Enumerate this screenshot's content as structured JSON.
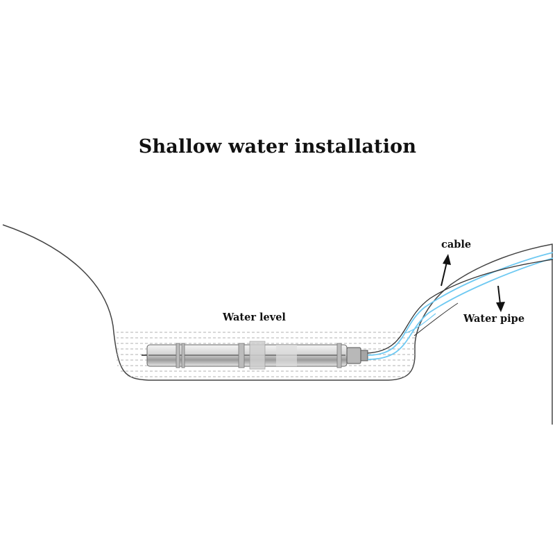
{
  "diagram": {
    "title": "Shallow water installation",
    "labels": {
      "water_level": "Water level",
      "cable": "cable",
      "water_pipe": "Water pipe"
    },
    "colors": {
      "outline": "#444444",
      "water_dash": "#b0b0b0",
      "pipe": "#6ec9f2",
      "pump_body": "#d6d6d6",
      "text": "#111111"
    },
    "icons": [
      "submersible-pump-icon",
      "arrow-up-icon",
      "arrow-down-icon"
    ]
  }
}
